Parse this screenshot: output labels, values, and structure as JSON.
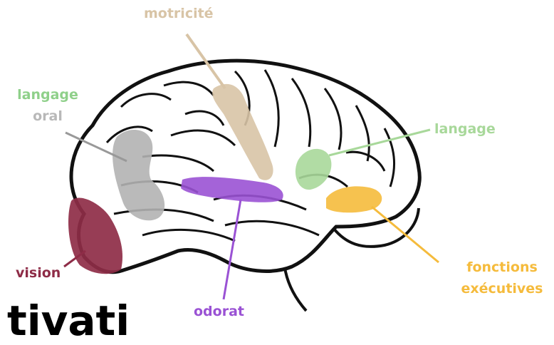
{
  "labels": {
    "motricite": "motricité",
    "langage_oral_line1": "langage",
    "langage_oral_line2": "oral",
    "langage": "langage",
    "fonctions_line1": "fonctions",
    "fonctions_line2": "exécutives",
    "vision": "vision",
    "odorat": "odorat"
  },
  "colors": {
    "motricite": "#d8c4a6",
    "langage_oral_label": "#8fd08a",
    "langage_oral_text2": "#b8b8b8",
    "langage_oral_region": "#b3b3b3",
    "langage": "#a8d89a",
    "fonctions": "#f5bb3c",
    "vision": "#8e2c47",
    "odorat": "#9a52d4"
  },
  "cut_text": "tivati"
}
